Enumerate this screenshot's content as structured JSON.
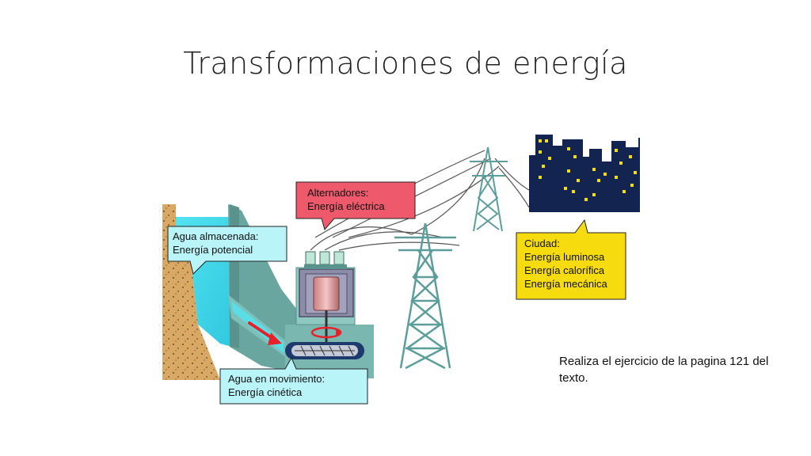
{
  "title": "Transformaciones de energía",
  "labels": {
    "agua_almacenada": [
      "Agua almacenada:",
      "Energía potencial"
    ],
    "alternadores": [
      "Alternadores:",
      "Energía eléctrica"
    ],
    "ciudad": [
      "Ciudad:",
      "Energía luminosa",
      "Energía calorífica",
      "Energía mecánica"
    ],
    "agua_movimiento": [
      "Agua en movimiento:",
      "Energía cinética"
    ]
  },
  "note": "Realiza el ejercicio de la pagina 121 del texto.",
  "colors": {
    "water": "#52e3f0",
    "dam": "#6aa6a0",
    "earth": "#d9a865",
    "callout_blue": "#b8f4f8",
    "callout_red": "#ee5a6c",
    "callout_yellow": "#f6db0f",
    "city": "#142450",
    "windows": "#f2dd18",
    "tower": "#5d9e9a",
    "generator": "#8c8ca8",
    "arrow": "#e8202a"
  }
}
